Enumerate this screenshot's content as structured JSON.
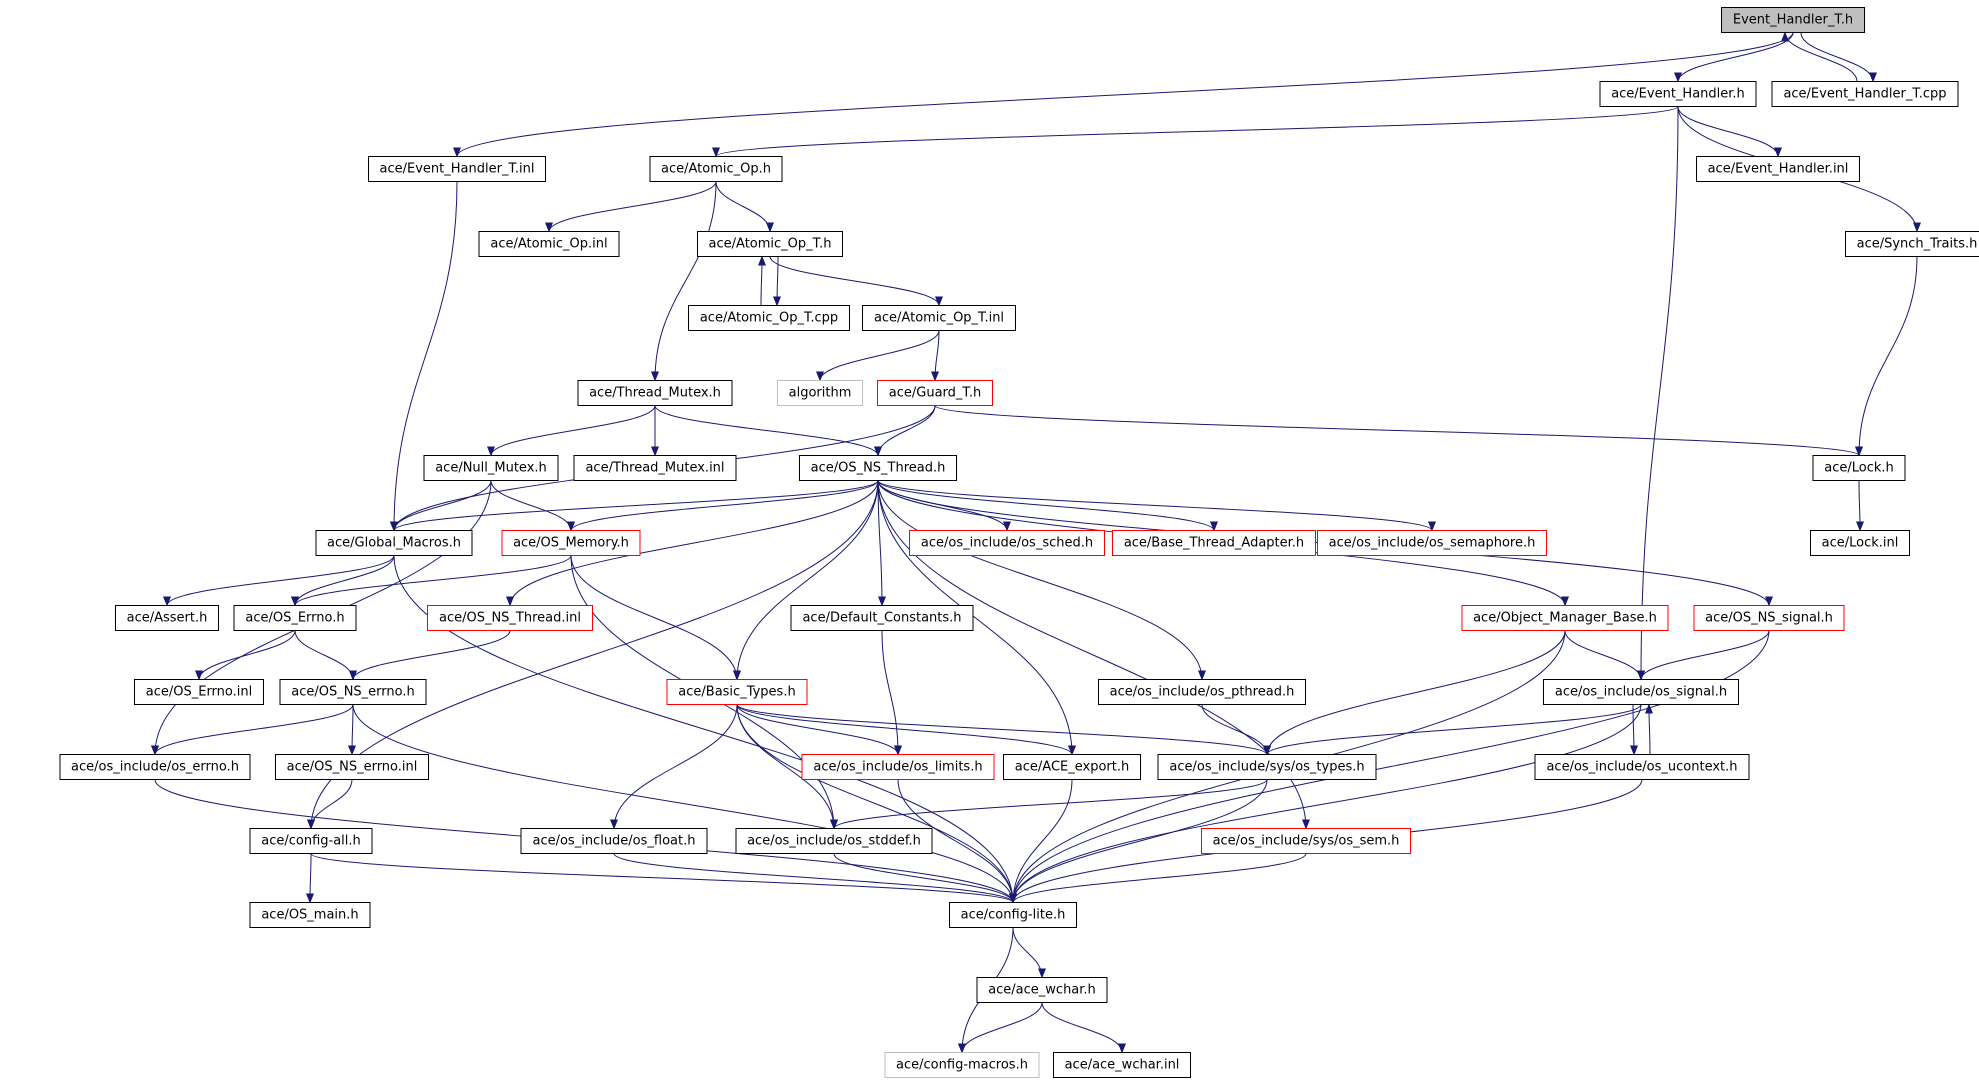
{
  "colors": {
    "edge": "#191970",
    "node_border_default": "#000000",
    "node_border_truncated": "#ff0000",
    "node_border_external": "#bfbfbf",
    "root_fill": "#bfbfbf"
  },
  "nodes": [
    {
      "id": "root",
      "label": "Event_Handler_T.h",
      "kind": "root"
    },
    {
      "id": "eh_h",
      "label": "ace/Event_Handler.h",
      "kind": "normal"
    },
    {
      "id": "eht_cpp",
      "label": "ace/Event_Handler_T.cpp",
      "kind": "normal"
    },
    {
      "id": "eht_inl",
      "label": "ace/Event_Handler_T.inl",
      "kind": "normal"
    },
    {
      "id": "atomic_h",
      "label": "ace/Atomic_Op.h",
      "kind": "normal"
    },
    {
      "id": "eh_inl",
      "label": "ace/Event_Handler.inl",
      "kind": "normal"
    },
    {
      "id": "atomic_inl",
      "label": "ace/Atomic_Op.inl",
      "kind": "normal"
    },
    {
      "id": "atomic_t_h",
      "label": "ace/Atomic_Op_T.h",
      "kind": "normal"
    },
    {
      "id": "synch",
      "label": "ace/Synch_Traits.h",
      "kind": "normal"
    },
    {
      "id": "atomic_t_cpp",
      "label": "ace/Atomic_Op_T.cpp",
      "kind": "normal"
    },
    {
      "id": "atomic_t_inl",
      "label": "ace/Atomic_Op_T.inl",
      "kind": "normal"
    },
    {
      "id": "thread_mutex",
      "label": "ace/Thread_Mutex.h",
      "kind": "normal"
    },
    {
      "id": "algorithm",
      "label": "algorithm",
      "kind": "external"
    },
    {
      "id": "guard",
      "label": "ace/Guard_T.h",
      "kind": "truncated"
    },
    {
      "id": "null_mutex",
      "label": "ace/Null_Mutex.h",
      "kind": "normal"
    },
    {
      "id": "thread_mutex_inl",
      "label": "ace/Thread_Mutex.inl",
      "kind": "normal"
    },
    {
      "id": "os_ns_thread",
      "label": "ace/OS_NS_Thread.h",
      "kind": "normal"
    },
    {
      "id": "lock_h",
      "label": "ace/Lock.h",
      "kind": "normal"
    },
    {
      "id": "global_macros",
      "label": "ace/Global_Macros.h",
      "kind": "normal"
    },
    {
      "id": "os_memory",
      "label": "ace/OS_Memory.h",
      "kind": "truncated"
    },
    {
      "id": "os_sched",
      "label": "ace/os_include/os_sched.h",
      "kind": "truncated"
    },
    {
      "id": "base_thread",
      "label": "ace/Base_Thread_Adapter.h",
      "kind": "truncated"
    },
    {
      "id": "os_semaphore",
      "label": "ace/os_include/os_semaphore.h",
      "kind": "truncated"
    },
    {
      "id": "lock_inl",
      "label": "ace/Lock.inl",
      "kind": "normal"
    },
    {
      "id": "assert",
      "label": "ace/Assert.h",
      "kind": "normal"
    },
    {
      "id": "os_errno",
      "label": "ace/OS_Errno.h",
      "kind": "normal"
    },
    {
      "id": "os_ns_thread_inl",
      "label": "ace/OS_NS_Thread.inl",
      "kind": "truncated"
    },
    {
      "id": "default_constants",
      "label": "ace/Default_Constants.h",
      "kind": "normal"
    },
    {
      "id": "object_manager",
      "label": "ace/Object_Manager_Base.h",
      "kind": "truncated"
    },
    {
      "id": "os_ns_signal",
      "label": "ace/OS_NS_signal.h",
      "kind": "truncated"
    },
    {
      "id": "os_errno_inl",
      "label": "ace/OS_Errno.inl",
      "kind": "normal"
    },
    {
      "id": "os_ns_errno",
      "label": "ace/OS_NS_errno.h",
      "kind": "normal"
    },
    {
      "id": "basic_types",
      "label": "ace/Basic_Types.h",
      "kind": "truncated"
    },
    {
      "id": "os_pthread",
      "label": "ace/os_include/os_pthread.h",
      "kind": "normal"
    },
    {
      "id": "os_signal",
      "label": "ace/os_include/os_signal.h",
      "kind": "normal"
    },
    {
      "id": "os_inc_errno",
      "label": "ace/os_include/os_errno.h",
      "kind": "normal"
    },
    {
      "id": "os_ns_errno_inl",
      "label": "ace/OS_NS_errno.inl",
      "kind": "normal"
    },
    {
      "id": "os_limits",
      "label": "ace/os_include/os_limits.h",
      "kind": "truncated"
    },
    {
      "id": "ace_export",
      "label": "ace/ACE_export.h",
      "kind": "normal"
    },
    {
      "id": "os_types",
      "label": "ace/os_include/sys/os_types.h",
      "kind": "normal"
    },
    {
      "id": "os_ucontext",
      "label": "ace/os_include/os_ucontext.h",
      "kind": "normal"
    },
    {
      "id": "config_all",
      "label": "ace/config-all.h",
      "kind": "normal"
    },
    {
      "id": "os_float",
      "label": "ace/os_include/os_float.h",
      "kind": "normal"
    },
    {
      "id": "os_stddef",
      "label": "ace/os_include/os_stddef.h",
      "kind": "normal"
    },
    {
      "id": "os_sem",
      "label": "ace/os_include/sys/os_sem.h",
      "kind": "truncated"
    },
    {
      "id": "os_main",
      "label": "ace/OS_main.h",
      "kind": "normal"
    },
    {
      "id": "config_lite",
      "label": "ace/config-lite.h",
      "kind": "normal"
    },
    {
      "id": "ace_wchar",
      "label": "ace/ace_wchar.h",
      "kind": "normal"
    },
    {
      "id": "config_macros",
      "label": "ace/config-macros.h",
      "kind": "external"
    },
    {
      "id": "ace_wchar_inl",
      "label": "ace/ace_wchar.inl",
      "kind": "normal"
    }
  ],
  "edges": [
    [
      "root",
      "eh_h"
    ],
    [
      "root",
      "eht_cpp"
    ],
    [
      "root",
      "eht_inl"
    ],
    [
      "eht_cpp",
      "root"
    ],
    [
      "eh_h",
      "atomic_h"
    ],
    [
      "eh_h",
      "eh_inl"
    ],
    [
      "eh_h",
      "synch"
    ],
    [
      "eh_h",
      "os_signal"
    ],
    [
      "eht_inl",
      "global_macros"
    ],
    [
      "atomic_h",
      "atomic_inl"
    ],
    [
      "atomic_h",
      "atomic_t_h"
    ],
    [
      "atomic_h",
      "thread_mutex"
    ],
    [
      "atomic_t_h",
      "atomic_t_cpp"
    ],
    [
      "atomic_t_cpp",
      "atomic_t_h"
    ],
    [
      "atomic_t_h",
      "atomic_t_inl"
    ],
    [
      "atomic_t_inl",
      "algorithm"
    ],
    [
      "atomic_t_inl",
      "guard"
    ],
    [
      "synch",
      "lock_h"
    ],
    [
      "thread_mutex",
      "null_mutex"
    ],
    [
      "thread_mutex",
      "thread_mutex_inl"
    ],
    [
      "thread_mutex",
      "os_ns_thread"
    ],
    [
      "guard",
      "os_ns_thread"
    ],
    [
      "guard",
      "lock_h"
    ],
    [
      "guard",
      "global_macros"
    ],
    [
      "null_mutex",
      "global_macros"
    ],
    [
      "null_mutex",
      "os_memory"
    ],
    [
      "null_mutex",
      "os_inc_errno"
    ],
    [
      "os_ns_thread",
      "global_macros"
    ],
    [
      "os_ns_thread",
      "os_memory"
    ],
    [
      "os_ns_thread",
      "os_sched"
    ],
    [
      "os_ns_thread",
      "base_thread"
    ],
    [
      "os_ns_thread",
      "os_semaphore"
    ],
    [
      "os_ns_thread",
      "os_ns_thread_inl"
    ],
    [
      "os_ns_thread",
      "default_constants"
    ],
    [
      "os_ns_thread",
      "basic_types"
    ],
    [
      "os_ns_thread",
      "object_manager"
    ],
    [
      "os_ns_thread",
      "os_ns_signal"
    ],
    [
      "os_ns_thread",
      "os_pthread"
    ],
    [
      "os_ns_thread",
      "ace_export"
    ],
    [
      "os_ns_thread",
      "os_sem"
    ],
    [
      "os_ns_thread",
      "config_all"
    ],
    [
      "lock_h",
      "lock_inl"
    ],
    [
      "global_macros",
      "assert"
    ],
    [
      "global_macros",
      "os_errno"
    ],
    [
      "global_macros",
      "config_lite"
    ],
    [
      "os_memory",
      "os_errno"
    ],
    [
      "os_memory",
      "basic_types"
    ],
    [
      "os_memory",
      "os_stddef"
    ],
    [
      "os_errno",
      "os_errno_inl"
    ],
    [
      "os_errno",
      "os_ns_errno"
    ],
    [
      "os_ns_thread_inl",
      "os_ns_errno"
    ],
    [
      "default_constants",
      "os_limits"
    ],
    [
      "object_manager",
      "os_signal"
    ],
    [
      "object_manager",
      "os_types"
    ],
    [
      "object_manager",
      "config_lite"
    ],
    [
      "os_ns_signal",
      "os_signal"
    ],
    [
      "os_ns_signal",
      "config_lite"
    ],
    [
      "os_ns_errno",
      "os_inc_errno"
    ],
    [
      "os_ns_errno",
      "os_ns_errno_inl"
    ],
    [
      "os_ns_errno",
      "config_lite"
    ],
    [
      "basic_types",
      "os_limits"
    ],
    [
      "basic_types",
      "ace_export"
    ],
    [
      "basic_types",
      "os_types"
    ],
    [
      "basic_types",
      "os_float"
    ],
    [
      "basic_types",
      "os_stddef"
    ],
    [
      "basic_types",
      "config_lite"
    ],
    [
      "os_pthread",
      "os_types"
    ],
    [
      "os_signal",
      "os_types"
    ],
    [
      "os_signal",
      "os_ucontext"
    ],
    [
      "os_ucontext",
      "os_signal"
    ],
    [
      "os_signal",
      "config_lite"
    ],
    [
      "os_inc_errno",
      "config_lite"
    ],
    [
      "os_ns_errno_inl",
      "config_all"
    ],
    [
      "os_limits",
      "config_lite"
    ],
    [
      "ace_export",
      "config_lite"
    ],
    [
      "os_types",
      "os_stddef"
    ],
    [
      "os_types",
      "config_lite"
    ],
    [
      "os_ucontext",
      "config_lite"
    ],
    [
      "config_all",
      "os_main"
    ],
    [
      "config_all",
      "config_lite"
    ],
    [
      "os_float",
      "config_lite"
    ],
    [
      "os_stddef",
      "config_lite"
    ],
    [
      "os_sem",
      "config_lite"
    ],
    [
      "config_lite",
      "ace_wchar"
    ],
    [
      "config_lite",
      "config_macros"
    ],
    [
      "ace_wchar",
      "config_macros"
    ],
    [
      "ace_wchar",
      "ace_wchar_inl"
    ]
  ]
}
